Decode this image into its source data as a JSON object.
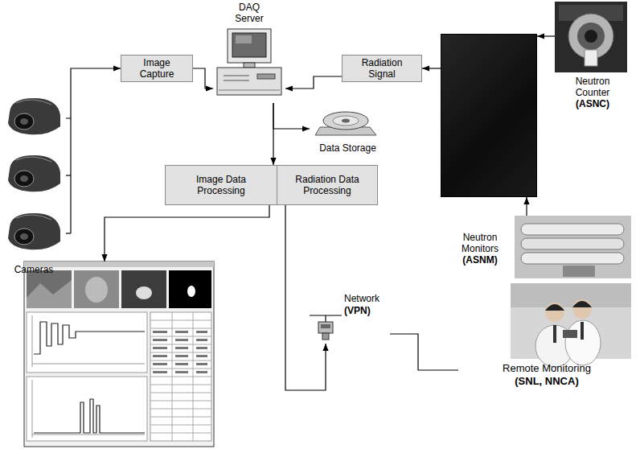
{
  "diagram": {
    "nodes": [
      {
        "text": [
          "DAQ Server"
        ]
      },
      {
        "text": [
          "Image Capture"
        ]
      },
      {
        "text": [
          "Radiation Signal"
        ]
      },
      {
        "text": []
      },
      {
        "text": [
          "Neutron Counter",
          "(ASNC)"
        ]
      },
      {
        "text": [
          "Cameras"
        ]
      },
      {
        "text": [
          "Data Storage"
        ]
      },
      {
        "text": [
          "Image Data Processing"
        ]
      },
      {
        "text": [
          "Radiation Data Processing"
        ]
      },
      {
        "text": [
          "Neutron Monitors",
          "(ASNM)"
        ]
      },
      {
        "text": [
          "Network",
          "(VPN)"
        ]
      },
      {
        "text": []
      },
      {
        "text": [
          "Remote Monitoring",
          "(SNL, NNCA)"
        ]
      }
    ],
    "edges": [
      {
        "from": 5,
        "to": 1,
        "arrow": "to"
      },
      {
        "from": 1,
        "to": 0,
        "arrow": "to"
      },
      {
        "from": 2,
        "to": 0,
        "arrow": "to"
      },
      {
        "from": 3,
        "to": 2,
        "arrow": "to"
      },
      {
        "from": 4,
        "to": 3,
        "arrow": "to"
      },
      {
        "from": 9,
        "to": 3,
        "arrow": "to"
      },
      {
        "from": 0,
        "to": 6,
        "arrow": "to"
      },
      {
        "from": 0,
        "to": 7,
        "arrow": "to"
      },
      {
        "from": 7,
        "to": 11,
        "arrow": "to"
      },
      {
        "from": 8,
        "to": 10,
        "arrow": "to"
      },
      {
        "from": 10,
        "to": 12,
        "arrow": "none"
      }
    ]
  }
}
